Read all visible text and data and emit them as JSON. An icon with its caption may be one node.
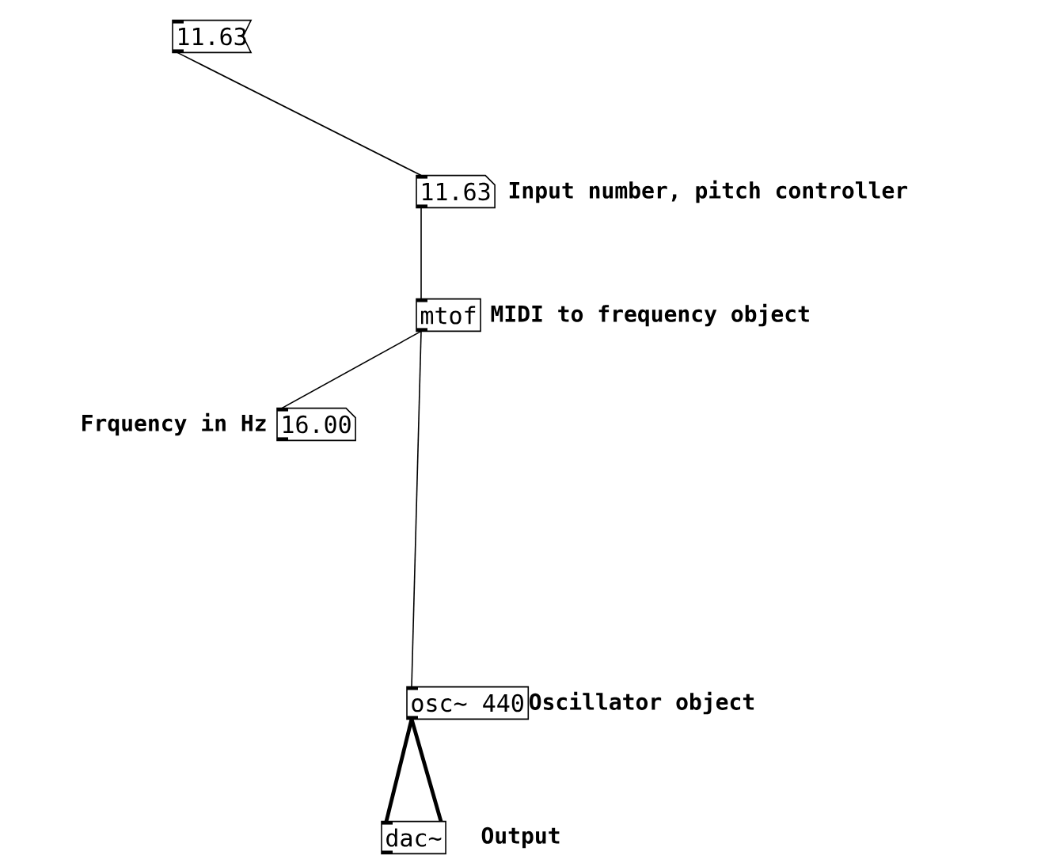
{
  "diagram": {
    "nodes": [
      {
        "text": [
          "11.63"
        ]
      },
      {
        "text": [
          "11.63"
        ],
        "beside": [
          "Input number, pitch controller"
        ]
      },
      {
        "text": [
          "mtof"
        ],
        "beside": [
          "MIDI to frequency object"
        ]
      },
      {
        "text": [
          "16.00"
        ],
        "beside": [
          "Frquency in Hz"
        ]
      },
      {
        "text": [
          "osc~ 440"
        ],
        "beside": [
          "Oscillator object"
        ]
      },
      {
        "text": [
          "dac~"
        ],
        "beside": [
          "Output"
        ]
      }
    ],
    "edges": [
      {
        "from": 0,
        "to": 1,
        "arrow": "none"
      },
      {
        "from": 1,
        "to": 2,
        "arrow": "none"
      },
      {
        "from": 2,
        "to": 3,
        "arrow": "none"
      },
      {
        "from": 2,
        "to": 4,
        "arrow": "none"
      },
      {
        "from": 4,
        "to": 5,
        "arrow": "none",
        "style": "thick"
      },
      {
        "from": 4,
        "to": 5,
        "arrow": "none",
        "style": "thick"
      }
    ]
  }
}
